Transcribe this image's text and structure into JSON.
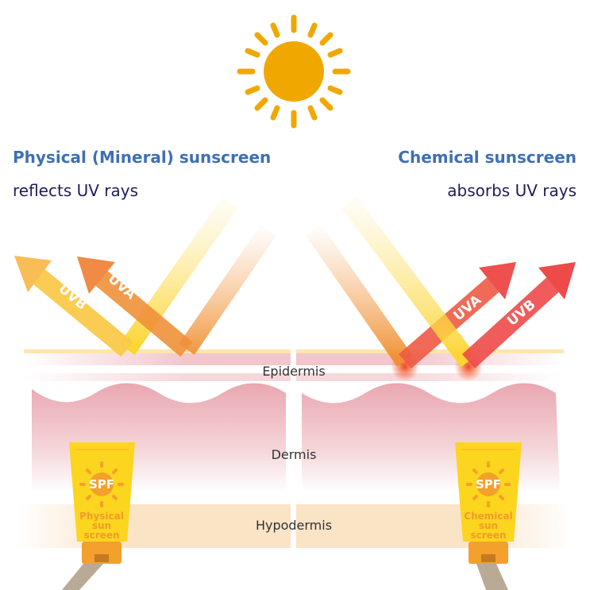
{
  "left": {
    "title": "Physical (Mineral) sunscreen",
    "subtitle": "reflects UV rays",
    "uvb": "UVB",
    "uva": "UVA"
  },
  "right": {
    "title": "Chemical sunscreen",
    "subtitle": "absorbs UV rays",
    "uva": "UVA",
    "uvb": "UVB"
  },
  "layers": {
    "epidermis": "Epidermis",
    "dermis": "Dermis",
    "hypodermis": "Hypodermis"
  },
  "tubes": {
    "left": {
      "badge": "SPF",
      "line1": "Physical",
      "line2": "sun",
      "line3": "screen"
    },
    "right": {
      "badge": "SPF",
      "line1": "Chemical",
      "line2": "sun",
      "line3": "screen"
    }
  },
  "colors": {
    "sun": "#f0a800",
    "title": "#3f6fb3",
    "subtitle": "#1e1d5c",
    "uvb_yellow": "#fbd03a",
    "uva_orange": "#f0903a",
    "uv_red": "#ee4a4a"
  }
}
